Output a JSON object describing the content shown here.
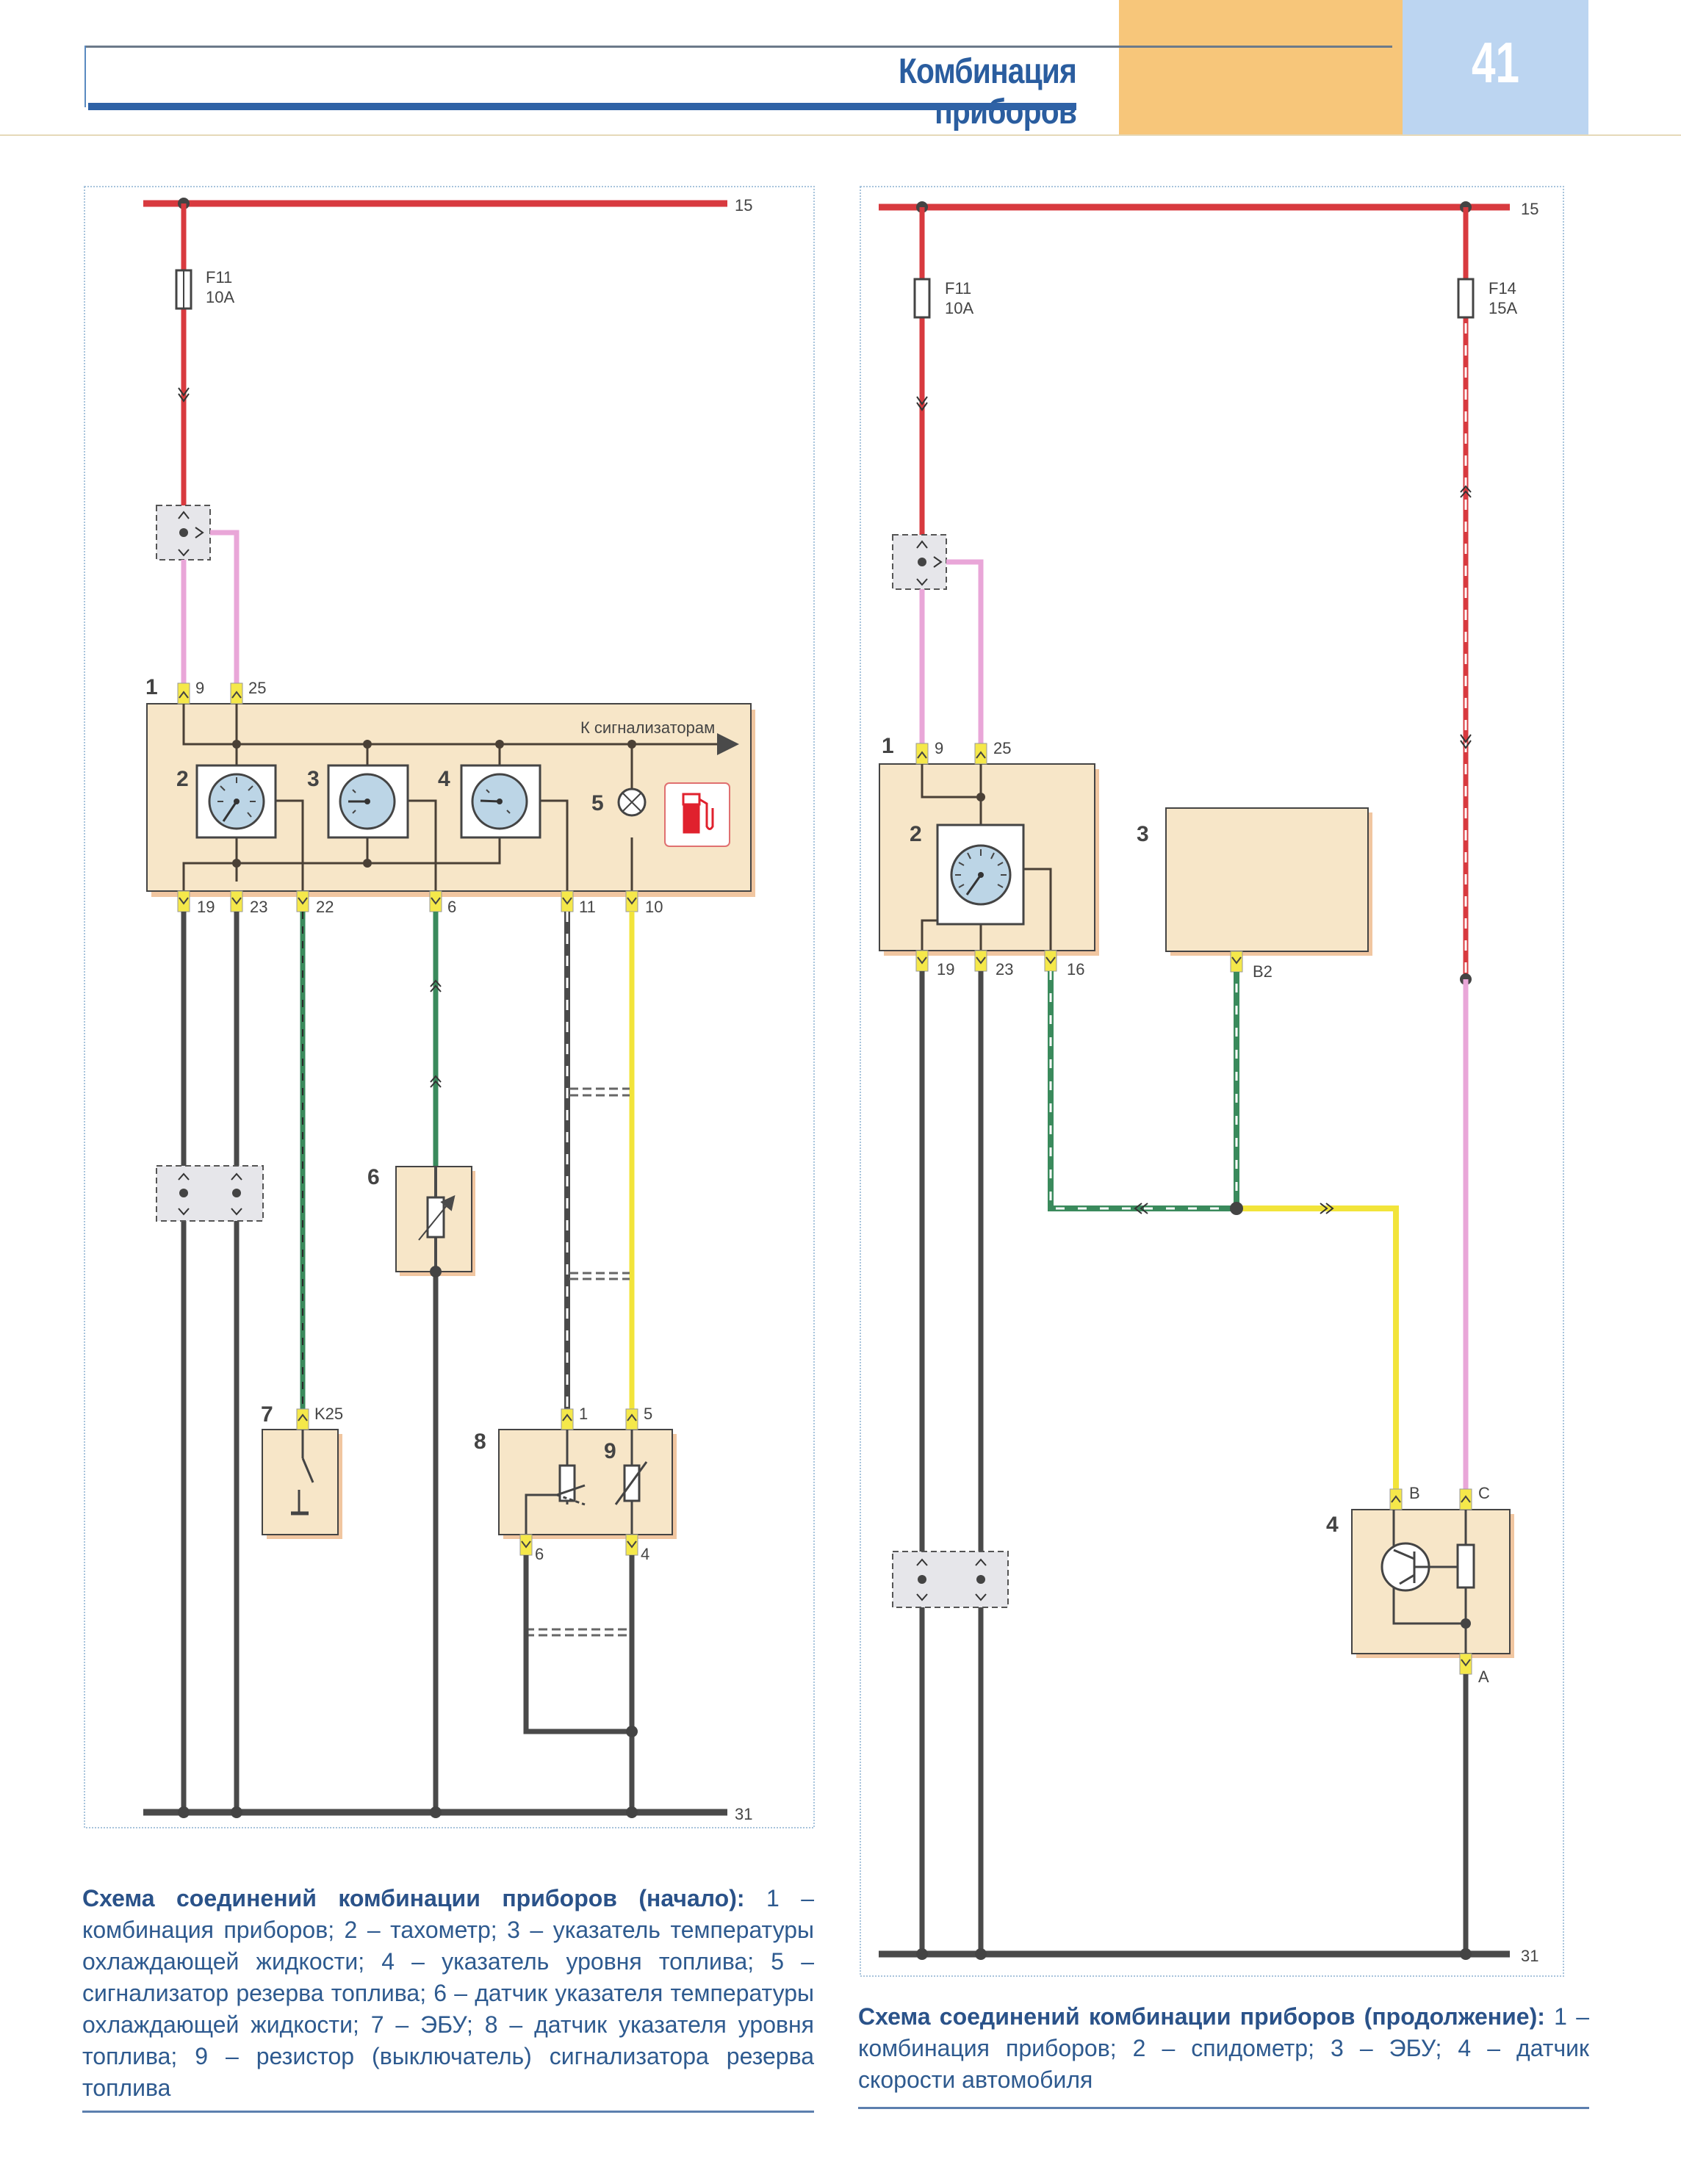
{
  "header": {
    "title": "Комбинация приборов",
    "page_number": "41",
    "accent_orange": "#f7c67a",
    "accent_blue": "#bcd5f1",
    "title_color": "#2a5d9f"
  },
  "wire_colors": {
    "power_red": "#d83a3f",
    "pink": "#e9a6d8",
    "ground_dark": "#4a4a4a",
    "green": "#3a8a5c",
    "yellow": "#f2e43a",
    "component_fill": "#f7e6c8",
    "connector_yellow": "#f5e84a",
    "fuel_icon_red": "#e0212d"
  },
  "left_diagram": {
    "bus_top_label": "15",
    "bus_bottom_label": "31",
    "fuse": {
      "name": "F11",
      "rating": "10A"
    },
    "cluster": {
      "number": "1",
      "top_pins": [
        "9",
        "25"
      ],
      "bottom_pins": [
        "19",
        "23",
        "22",
        "6",
        "11",
        "10"
      ],
      "bus_label": "К сигнализаторам",
      "gauges": [
        "2",
        "3",
        "4"
      ],
      "lamp": "5",
      "fuel_icon": "fuel-pump-icon"
    },
    "components": {
      "temp_sensor": "6",
      "ecu": {
        "number": "7",
        "pin": "K25"
      },
      "fuel_sender": {
        "number": "8",
        "top_pins": [
          "1",
          "5"
        ],
        "bottom_pins": [
          "6",
          "4"
        ]
      },
      "reserve_resistor": "9"
    }
  },
  "right_diagram": {
    "bus_top_label": "15",
    "bus_bottom_label": "31",
    "fuse_a": {
      "name": "F11",
      "rating": "10A"
    },
    "fuse_b": {
      "name": "F14",
      "rating": "15A"
    },
    "cluster": {
      "number": "1",
      "top_pins": [
        "9",
        "25"
      ],
      "bottom_pins": [
        "19",
        "23",
        "16"
      ],
      "gauge": "2"
    },
    "ecu": {
      "number": "3",
      "pin": "B2"
    },
    "speed_sensor": {
      "number": "4",
      "pins": {
        "top_left": "B",
        "top_right": "C",
        "bottom": "A"
      }
    }
  },
  "captions": {
    "left_title": "Схема соединений комбинации приборов (начало):",
    "left_body": "1 – комбинация приборов; 2 – тахометр; 3 – указатель температуры охлаждающей жидкости; 4 – указатель уровня топлива; 5 – сигнализатор резерва топлива; 6 – датчик указателя температуры охлаждающей жидкости; 7 – ЭБУ; 8 – датчик указателя уровня топлива; 9 – резистор (выключатель) сигнализатора резерва топлива",
    "right_title": "Схема соединений комбинации приборов (продолжение):",
    "right_body": "1 – комбинация приборов; 2 – спидометр; 3 – ЭБУ; 4 – датчик скорости автомобиля"
  }
}
